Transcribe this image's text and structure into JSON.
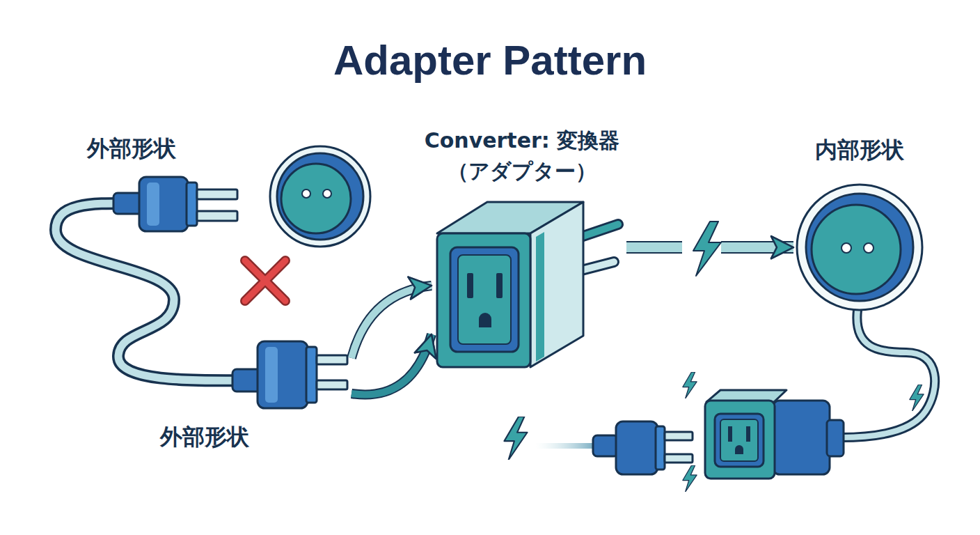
{
  "diagram": {
    "title": "Adapter Pattern",
    "nodes": [
      {
        "text": [
          "外部形状"
        ]
      },
      {
        "text": [
          "外部形状"
        ]
      },
      {
        "text": [
          "Converter: 変換器（アダプター）"
        ]
      },
      {
        "text": [
          "内部形状"
        ]
      }
    ],
    "edges": [
      {
        "from": 1,
        "to": 2,
        "arrow": "to"
      },
      {
        "from": 1,
        "to": 2,
        "arrow": "to"
      },
      {
        "from": 2,
        "to": 3,
        "arrow": "to"
      }
    ]
  }
}
